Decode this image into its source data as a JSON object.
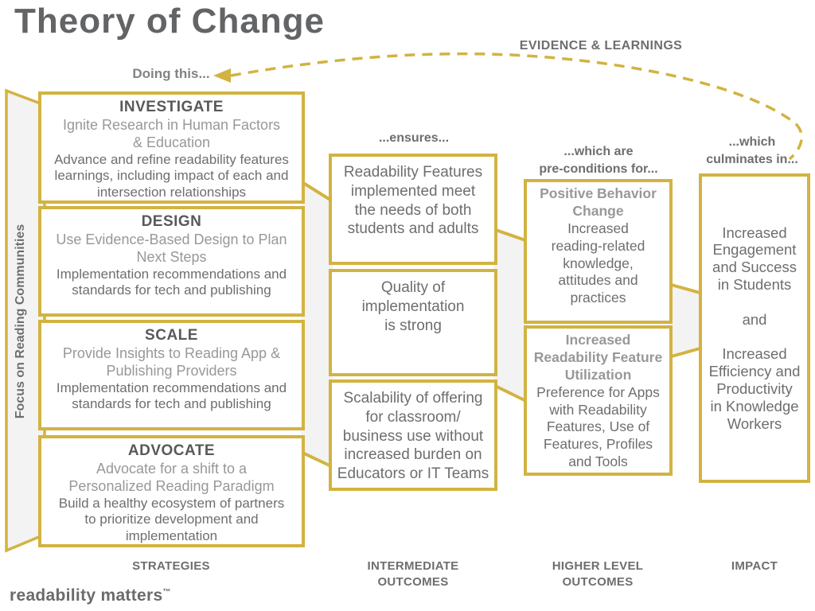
{
  "title": "Theory of Change",
  "feedback": {
    "evidence_label": "EVIDENCE & LEARNINGS",
    "doing_this": "Doing this..."
  },
  "left_band": {
    "label": "Focus on Reading Communities"
  },
  "strategies": {
    "items": [
      {
        "heading": "INVESTIGATE",
        "subtitle": "Ignite Research in Human Factors\n& Education",
        "body": "Advance and refine readability features\nlearnings, including impact of each and\nintersection relationships"
      },
      {
        "heading": "DESIGN",
        "subtitle": "Use Evidence-Based Design to Plan\nNext Steps",
        "body": "Implementation recommendations and\nstandards for tech and publishing"
      },
      {
        "heading": "SCALE",
        "subtitle": "Provide Insights to Reading App &\nPublishing Providers",
        "body": "Implementation recommendations and\nstandards for tech and publishing"
      },
      {
        "heading": "ADVOCATE",
        "subtitle": "Advocate for a shift to a\nPersonalized Reading Paradigm",
        "body": "Build a healthy ecosystem of partners\nto prioritize development and\nimplementation"
      }
    ]
  },
  "connector_labels": {
    "ensures": "...ensures...",
    "preconditions": "...which are\npre-conditions for...",
    "culminates": "...which\nculminates in..."
  },
  "intermediate_outcomes": {
    "boxes": [
      "Readability Features\nimplemented meet\nthe needs of both\nstudents and adults",
      "Quality of\nimplementation\nis strong",
      "Scalability of offering\nfor classroom/\nbusiness use without\nincreased burden on\nEducators or IT Teams"
    ]
  },
  "higher_level_outcomes": {
    "boxes": [
      {
        "heading": "Positive Behavior\nChange",
        "body": "Increased\nreading-related\nknowledge,\nattitudes and\npractices"
      },
      {
        "heading": "Increased\nReadability Feature\nUtilization",
        "body": "Preference for Apps\nwith Readability\nFeatures, Use of\nFeatures, Profiles\nand Tools"
      }
    ]
  },
  "impact": {
    "text": "Increased\nEngagement\nand Success\nin Students\n\nand\n\nIncreased\nEfficiency and\nProductivity\nin Knowledge\nWorkers"
  },
  "column_labels": {
    "strategies": "STRATEGIES",
    "intermediate": "INTERMEDIATE\nOUTCOMES",
    "higher": "HIGHER LEVEL\nOUTCOMES",
    "impact": "IMPACT"
  },
  "brand": {
    "logo": "readability matters",
    "tm": "™"
  },
  "colors": {
    "gold": "#d2b341",
    "band_fill": "#f3f3f4",
    "title_gray": "#636466",
    "heading_gray": "#58595b",
    "subtitle_gray": "#97989a",
    "body_gray": "#6d6e70"
  }
}
